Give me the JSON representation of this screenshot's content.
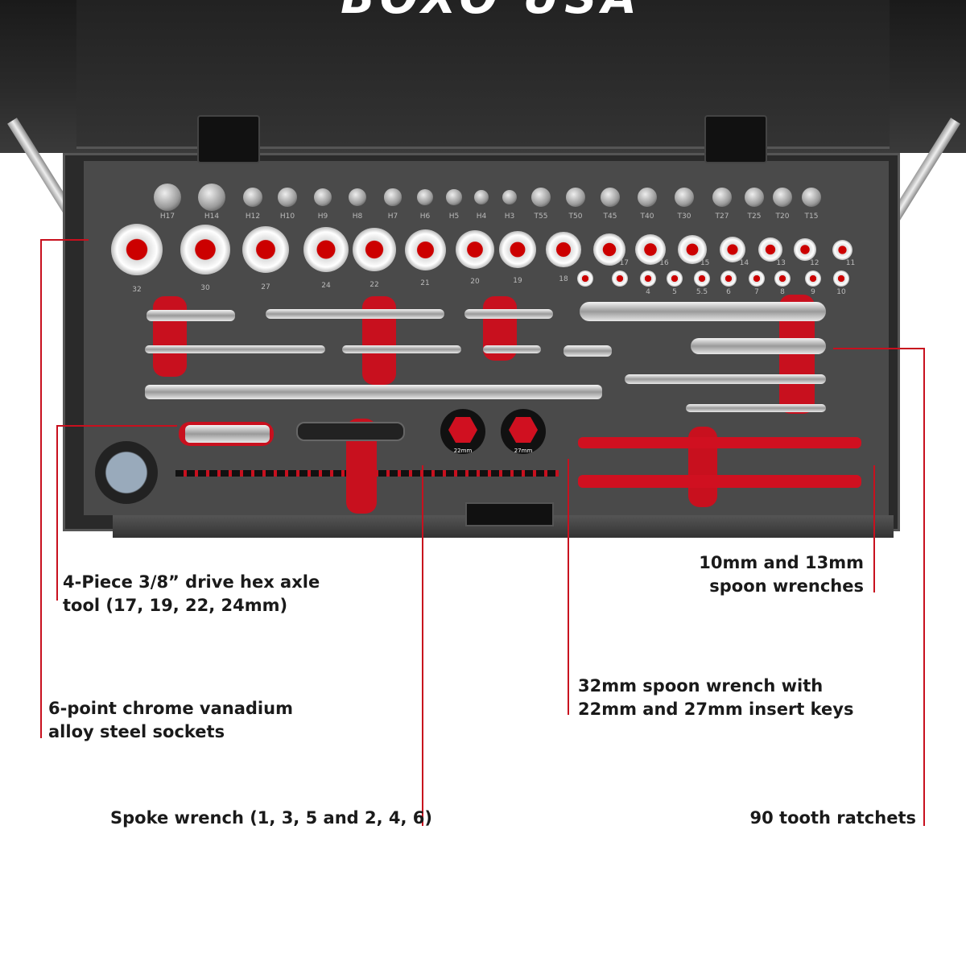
{
  "brand_logo": "BOXO USA",
  "bits": [
    "H17",
    "H14",
    "H12",
    "H10",
    "H9",
    "H8",
    "H7",
    "H6",
    "H5",
    "H4",
    "H3",
    "T55",
    "T50",
    "T45",
    "T40",
    "T30",
    "T27",
    "T25",
    "T20",
    "T15"
  ],
  "sockets_large": [
    "32",
    "30",
    "27",
    "24",
    "22",
    "21",
    "20",
    "19",
    "18",
    "17",
    "16",
    "15",
    "14",
    "13",
    "12",
    "11"
  ],
  "sockets_small": [
    "",
    "",
    "4",
    "5",
    "5.5",
    "6",
    "7",
    "8",
    "9",
    "10"
  ],
  "insert_keys": [
    "22mm",
    "27mm"
  ],
  "callouts": {
    "hex_axle": [
      "4-Piece 3/8” drive hex axle",
      "tool (17, 19, 22, 24mm)"
    ],
    "sockets": [
      "6-point chrome vanadium",
      "alloy steel sockets"
    ],
    "spoke": [
      "Spoke wrench (1, 3, 5 and 2, 4, 6)"
    ],
    "spoon": [
      "32mm spoon wrench with",
      "22mm and 27mm insert keys"
    ],
    "small_spoon": [
      "10mm and 13mm",
      "spoon wrenches"
    ],
    "ratchets": [
      "90 tooth ratchets"
    ]
  },
  "colors": {
    "accent": "#c8101e",
    "foam": "#4a4a4a",
    "box": "#2a2a2a"
  }
}
